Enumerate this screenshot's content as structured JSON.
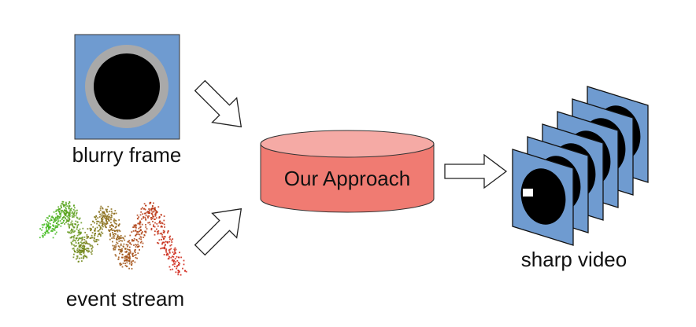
{
  "labels": {
    "input_frame": "blurry frame",
    "input_events": "event stream",
    "method": "Our Approach",
    "output": "sharp video"
  },
  "colors": {
    "frame_bg": "#6f9bd0",
    "ring": "#a9a9a9",
    "disc": "#000000",
    "cylinder_body": "#f07b72",
    "cylinder_top": "#f5aaa5",
    "arrow_fill": "#ffffff",
    "event_start": "#3fbf1f",
    "event_end": "#d11a0f"
  },
  "output_frame_count": 6
}
